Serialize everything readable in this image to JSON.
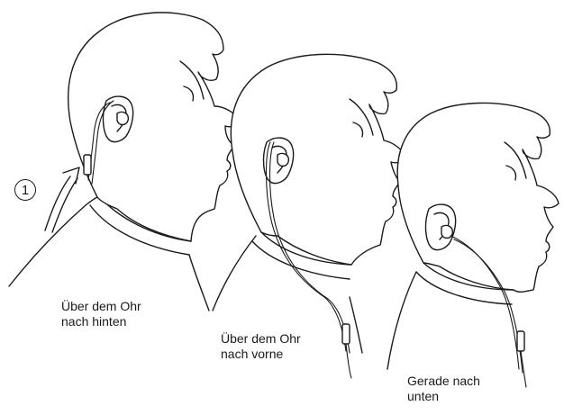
{
  "diagram": {
    "step_marker": "1",
    "captions": {
      "over_ear_back": [
        "Über dem Ohr",
        "nach hinten"
      ],
      "over_ear_front": [
        "Über dem Ohr",
        "nach vorne"
      ],
      "straight_down": [
        "Gerade nach",
        "unten"
      ]
    },
    "icons": [
      "arrow-up-icon"
    ]
  }
}
